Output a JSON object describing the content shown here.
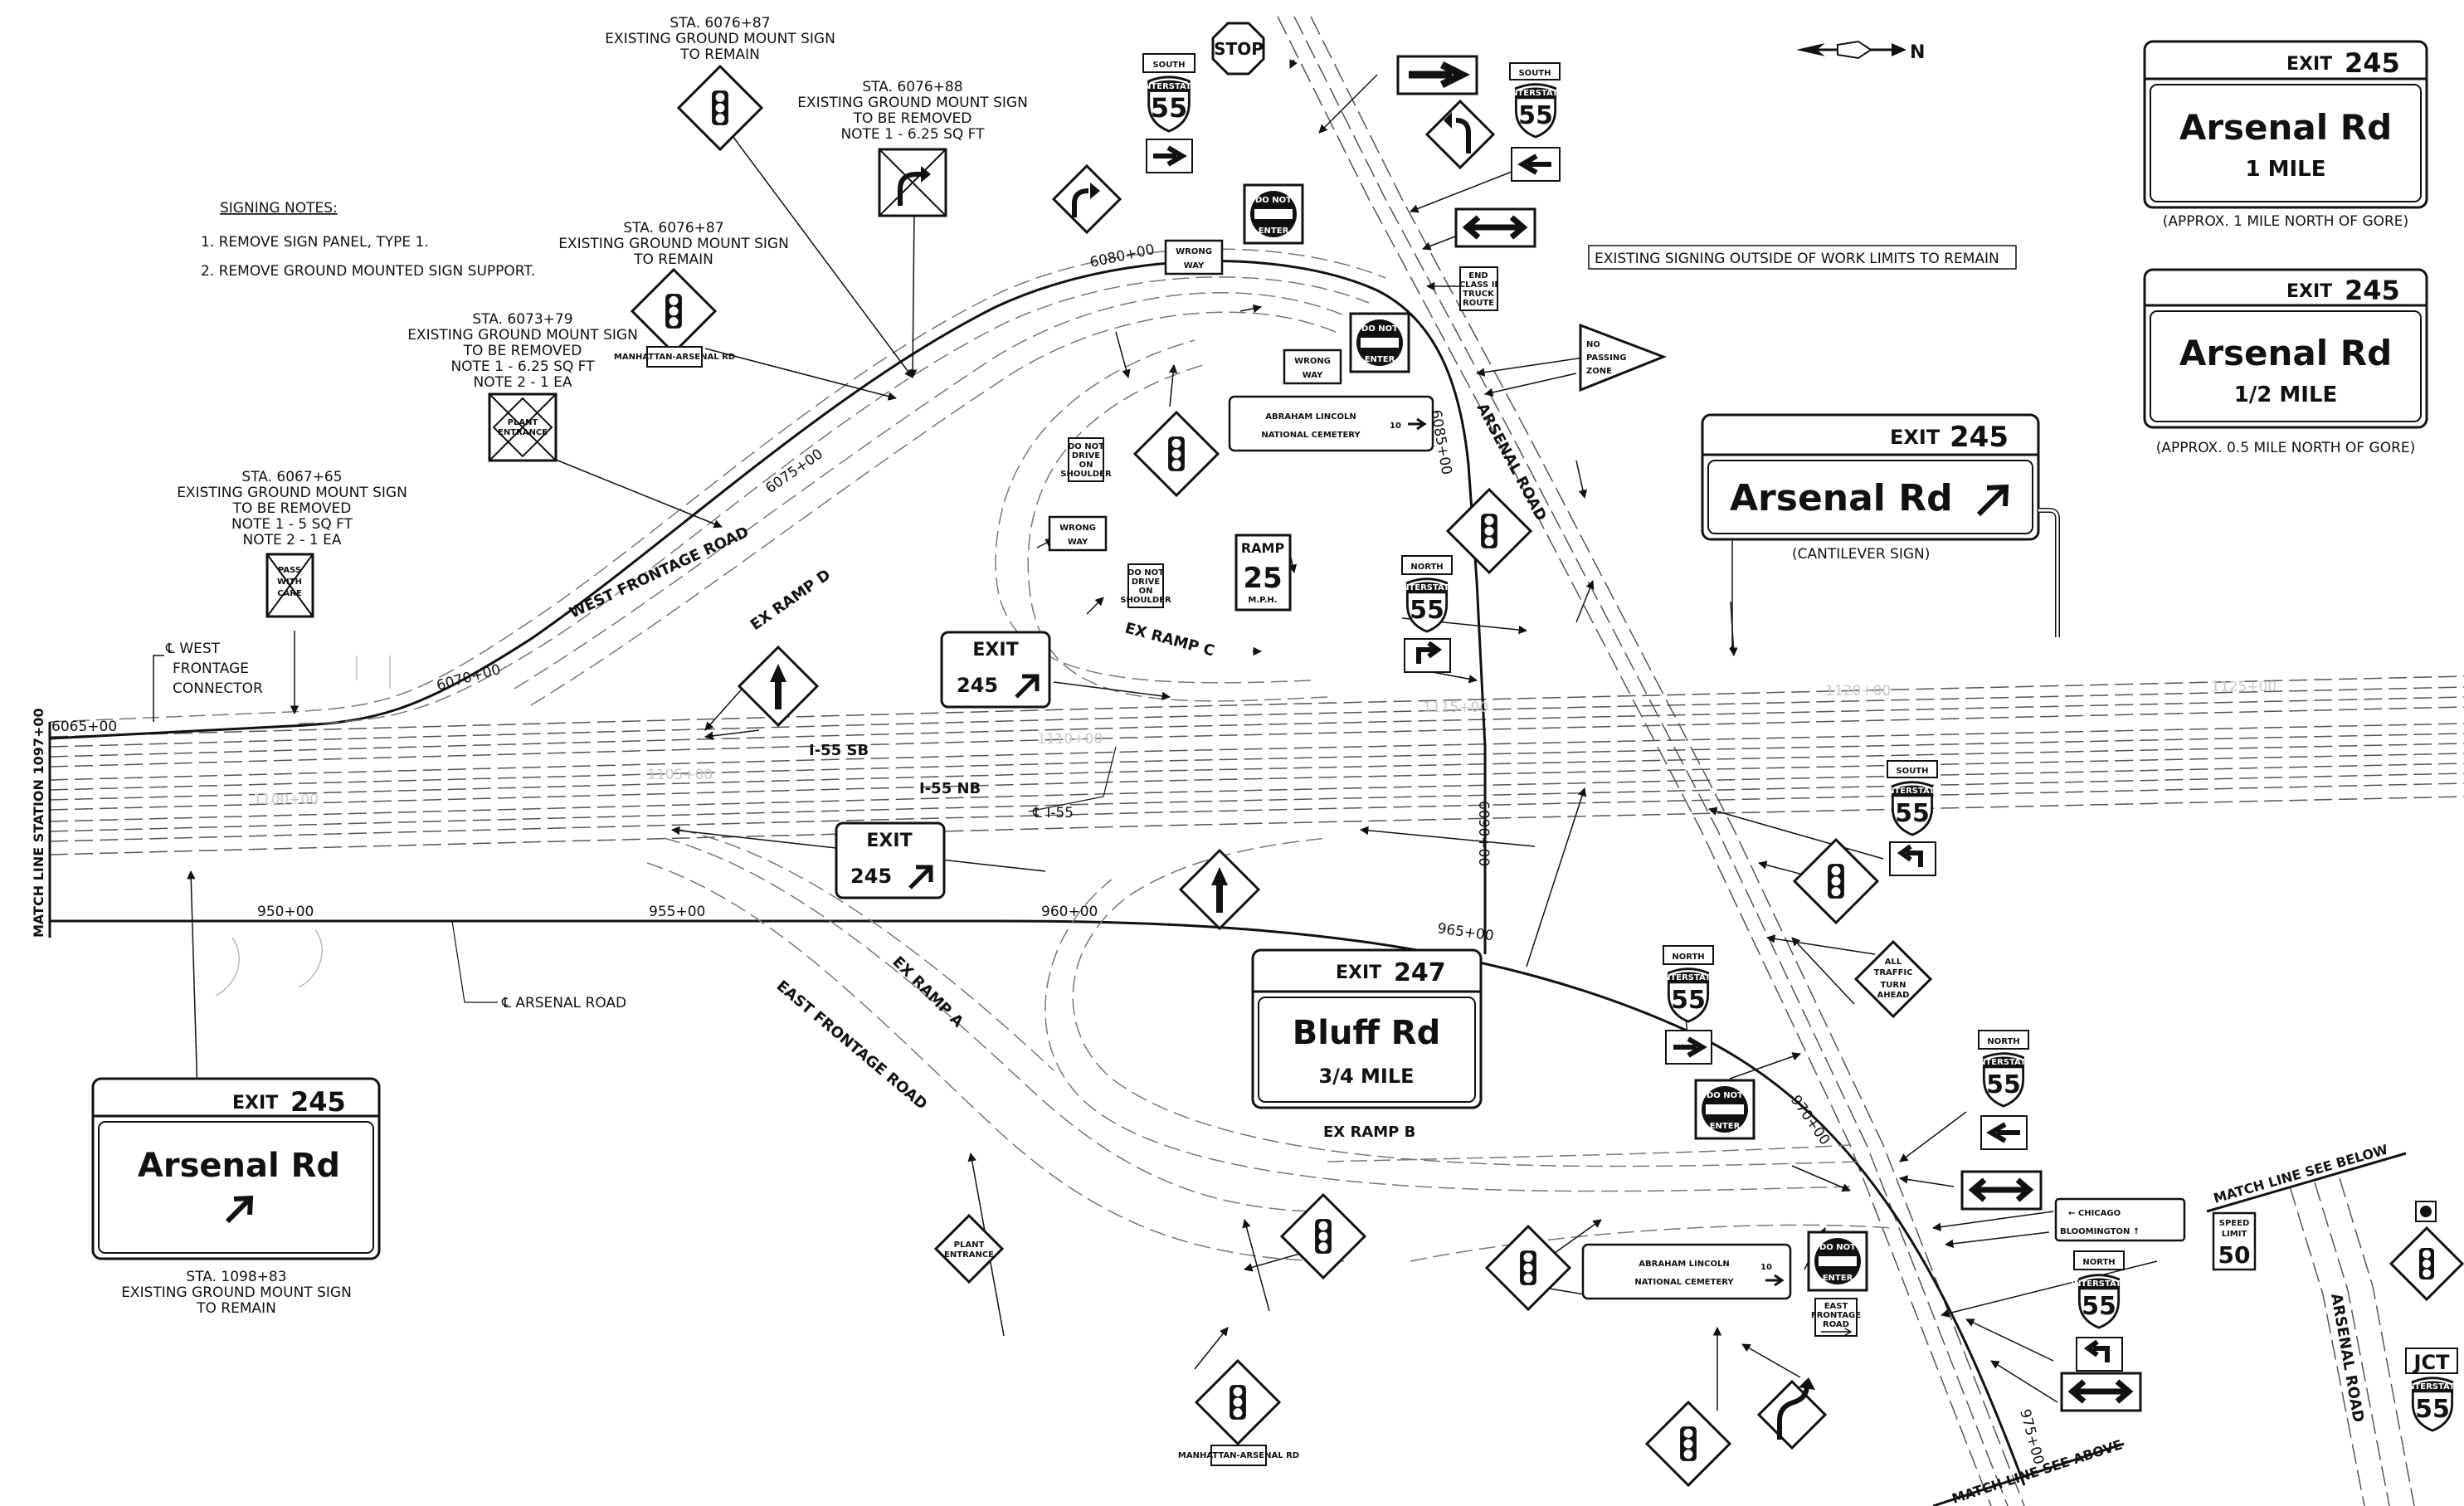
{
  "north_arrow": {
    "label": "N"
  },
  "signing_notes": {
    "title": "SIGNING NOTES:",
    "items": [
      "1.  REMOVE SIGN PANEL, TYPE 1.",
      "2. REMOVE GROUND MOUNTED SIGN SUPPORT."
    ]
  },
  "existing_signing_note": "EXISTING SIGNING OUTSIDE OF WORK LIMITS TO REMAIN",
  "callouts": [
    {
      "lines": [
        "STA. 6076+87",
        "EXISTING GROUND MOUNT SIGN",
        "TO REMAIN"
      ]
    },
    {
      "lines": [
        "STA. 6076+88",
        "EXISTING GROUND MOUNT SIGN",
        "TO BE REMOVED",
        "NOTE 1 - 6.25 SQ FT"
      ]
    },
    {
      "lines": [
        "STA. 6076+87",
        "EXISTING GROUND MOUNT SIGN",
        "TO REMAIN"
      ]
    },
    {
      "lines": [
        "STA. 6073+79",
        "EXISTING GROUND MOUNT SIGN",
        "TO BE REMOVED",
        "NOTE 1 - 6.25 SQ FT",
        "NOTE 2 - 1 EA"
      ]
    },
    {
      "lines": [
        "STA. 6067+65",
        "EXISTING GROUND MOUNT SIGN",
        "TO BE REMOVED",
        "NOTE 1 - 5 SQ FT",
        "NOTE 2 - 1 EA"
      ]
    },
    {
      "lines": [
        "STA. 1098+83",
        "EXISTING GROUND MOUNT SIGN",
        "TO REMAIN"
      ]
    }
  ],
  "road_labels": {
    "west_frontage": "WEST FRONTAGE ROAD",
    "east_frontage": "EAST FRONTAGE ROAD",
    "ex_ramp_a": "EX RAMP A",
    "ex_ramp_b": "EX RAMP B",
    "ex_ramp_c": "EX RAMP C",
    "ex_ramp_d": "EX RAMP D",
    "i55_sb": "I-55 SB",
    "i55_nb": "I-55 NB",
    "arsenal_road": "ARSENAL ROAD",
    "cl_i55": "℄ I-55",
    "cl_arsenal": "℄ ARSENAL ROAD",
    "cl_west_frontage": [
      "℄ WEST",
      "FRONTAGE",
      "CONNECTOR"
    ]
  },
  "stations": [
    "6065+00",
    "6070+00",
    "6075+00",
    "6080+00",
    "6085+00",
    "6090+00",
    "950+00",
    "955+00",
    "960+00",
    "965+00",
    "970+00",
    "975+00",
    "1100+00",
    "1105+00",
    "1110+00",
    "1115+00",
    "1120+00",
    "1125+00"
  ],
  "match_lines": {
    "left": "MATCH LINE STATION 1097+00",
    "bottom": "MATCH LINE SEE ABOVE",
    "right": "MATCH LINE SEE BELOW"
  },
  "guide_signs": {
    "g1": {
      "exit": "EXIT",
      "num": "245",
      "name": "Arsenal Rd",
      "dist": "1 MILE",
      "note": "(APPROX. 1 MILE NORTH OF GORE)"
    },
    "g2": {
      "exit": "EXIT",
      "num": "245",
      "name": "Arsenal Rd",
      "dist": "1/2 MILE",
      "note": "(APPROX. 0.5 MILE NORTH OF GORE)"
    },
    "g3": {
      "exit": "EXIT",
      "num": "245",
      "name": "Arsenal Rd",
      "note": "(CANTILEVER SIGN)"
    },
    "g4": {
      "exit": "EXIT",
      "num": "247",
      "name": "Bluff Rd",
      "dist": "3/4 MILE"
    },
    "g5": {
      "exit": "EXIT",
      "num": "245",
      "name": "Arsenal Rd"
    }
  },
  "small_signs": {
    "exit_245": {
      "exit": "EXIT",
      "num": "245"
    },
    "stop": "STOP",
    "wrong_way": [
      "WRONG",
      "WAY"
    ],
    "do_not": "DO NOT",
    "enter": "ENTER",
    "south": "SOUTH",
    "north": "NORTH",
    "interstate": "INTERSTATE",
    "route": "55",
    "ramp": "RAMP",
    "ramp_speed": "25",
    "mph": "M.P.H.",
    "speed_limit": [
      "SPEED",
      "LIMIT"
    ],
    "speed_value": "50",
    "jct": "JCT",
    "no_passing": [
      "NO",
      "PASSING",
      "ZONE"
    ],
    "all_traffic": [
      "ALL",
      "TRAFFIC",
      "TURN",
      "AHEAD"
    ],
    "plant_entrance": [
      "PLANT",
      "ENTRANCE"
    ],
    "pass_with_care": [
      "PASS",
      "WITH",
      "CARE"
    ],
    "manhattan": "MANHATTAN-ARSENAL RD",
    "do_not_drive": [
      "DO NOT",
      "DRIVE",
      "ON",
      "SHOULDER"
    ],
    "end_truck": [
      "END",
      "CLASS II",
      "TRUCK",
      "ROUTE"
    ],
    "east_frontage": [
      "EAST",
      "FRONTAGE",
      "ROAD"
    ],
    "lincoln": [
      "ABRAHAM LINCOLN",
      "NATIONAL CEMETERY"
    ],
    "lincoln_route": "10",
    "chicago": "← CHICAGO",
    "bloomington": "BLOOMINGTON ↑"
  }
}
